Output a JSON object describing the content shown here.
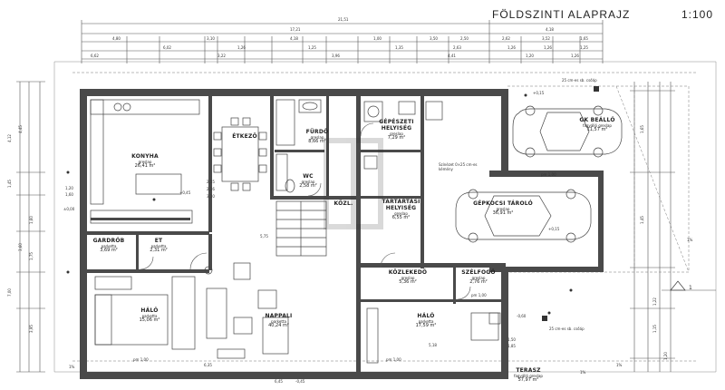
{
  "title": "FÖLDSZINTI ALAPRAJZ",
  "scale": "1:100",
  "rooms": [
    {
      "id": "konyha",
      "name": "KONYHA",
      "floor": "greslap",
      "area": "26,41 m²"
    },
    {
      "id": "etkezo",
      "name": "ÉTKEZŐ",
      "floor": "",
      "area": ""
    },
    {
      "id": "furdo",
      "name": "FÜRDŐ",
      "floor": "greslap",
      "area": "8,66 m²"
    },
    {
      "id": "gepeszeti",
      "name": "GÉPÉSZETI HELYISÉG",
      "floor": "greslap",
      "area": "7,29 m²"
    },
    {
      "id": "wc",
      "name": "WC",
      "floor": "greslap",
      "area": "2,58 m²"
    },
    {
      "id": "kozl",
      "name": "KÖZL.",
      "floor": "",
      "area": ""
    },
    {
      "id": "taroló",
      "name": "TÁRTARTÁSI HELYISÉG",
      "floor": "greslap",
      "area": "6,55 m²"
    },
    {
      "id": "gk_beallo",
      "name": "GK BEÁLLÓ",
      "floor": "fagyálló greslap",
      "area": "11,57 m²"
    },
    {
      "id": "gk_tarolo",
      "name": "GÉPKOCSI TÁROLÓ",
      "floor": "greslap",
      "area": "36,91 m²"
    },
    {
      "id": "gardrob",
      "name": "GARDRÓB",
      "floor": "parketta",
      "area": "3,69 m²"
    },
    {
      "id": "et",
      "name": "ET",
      "floor": "parketta",
      "area": "2,31 m²"
    },
    {
      "id": "halo1",
      "name": "HÁLÓ",
      "floor": "parketta",
      "area": "15,06 m²"
    },
    {
      "id": "nappali",
      "name": "NAPPALI",
      "floor": "parketta",
      "area": "40,24 m²"
    },
    {
      "id": "kozlekedo",
      "name": "KÖZLEKEDŐ",
      "floor": "greslap",
      "area": "5,36 m²"
    },
    {
      "id": "szelfogo",
      "name": "SZÉLFOGÓ",
      "floor": "greslap",
      "area": "2,76 m²"
    },
    {
      "id": "halo2",
      "name": "HÁLÓ",
      "floor": "parketta",
      "area": "17,59 m²"
    },
    {
      "id": "terasz",
      "name": "TERASZ",
      "floor": "fagyálló greslap",
      "area": "57,97 m²"
    }
  ],
  "annotations": {
    "chimney": "Színézet\n0×25 cm-es kémény",
    "vent1": "25 cm-es sb. csőáp",
    "vent2": "25 cm-es sb. csőáp",
    "section": "1",
    "pm1": "pm 1,00",
    "pm2": "pm 1,00",
    "pm3": "pm 1,00",
    "pm4": "pm 1,00"
  },
  "dimensions": {
    "top_total": "21,51",
    "top_row1": [
      "17,21",
      "4,18"
    ],
    "top_row2": [
      "4,80",
      "3,10",
      "4,18",
      "1,00",
      "3,50",
      "2,50",
      "2,62",
      "3,52",
      "1,65"
    ],
    "top_row3": [
      "6,02",
      "1,26",
      "1,25",
      "1,35",
      "2,63",
      "1,26",
      "1,26",
      "1,25"
    ],
    "top_row4": [
      "6,62",
      "3,22",
      "3,96",
      "4,41",
      "1,20",
      "1,26"
    ],
    "bottom": [
      "6,35",
      "5,18"
    ],
    "interior": [
      "2,15",
      "2,16",
      "3,10",
      "5,75",
      "6,45",
      "1,20",
      "1,60",
      "1,50",
      "1,85"
    ],
    "levels": [
      "±0,00",
      "+0,15",
      "+0,45",
      "-0,45",
      "-0,60",
      "+0,15"
    ],
    "left": [
      "4,12",
      "1,45",
      "7,00",
      "4,45",
      "3,60",
      "3,95",
      "1,60",
      "1,75"
    ],
    "right": [
      "1,65",
      "1,45",
      "1,22",
      "1,15",
      "1,20"
    ],
    "percent": [
      "1%",
      "1%",
      "1%",
      "1%"
    ]
  }
}
